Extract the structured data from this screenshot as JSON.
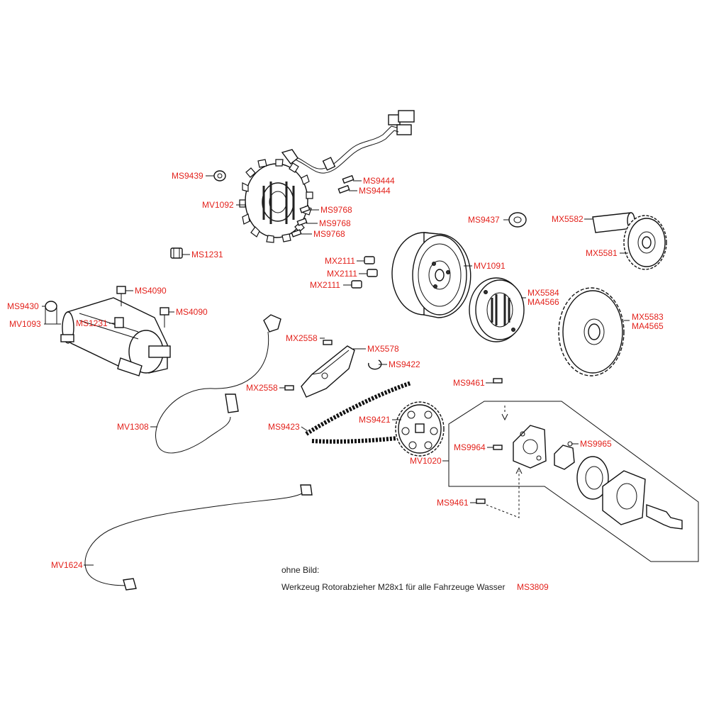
{
  "colors": {
    "label": "#e3231d",
    "line": "#111111",
    "note": "#222222",
    "background": "#ffffff"
  },
  "labels": {
    "MS9439": "MS9439",
    "MS9444_1": "MS9444",
    "MS9444_2": "MS9444",
    "MV1092": "MV1092",
    "MS9768_1": "MS9768",
    "MS9768_2": "MS9768",
    "MS9768_3": "MS9768",
    "MS9437": "MS9437",
    "MX5582": "MX5582",
    "MX5581": "MX5581",
    "MS1231_a": "MS1231",
    "MX2111_1": "MX2111",
    "MX2111_2": "MX2111",
    "MX2111_3": "MX2111",
    "MV1091": "MV1091",
    "MS4090_1": "MS4090",
    "MS4090_2": "MS4090",
    "MS9430": "MS9430",
    "MV1093": "MV1093",
    "MS1231_b": "MS1231",
    "MX5584": "MX5584",
    "MA4566": "MA4566",
    "MX5583": "MX5583",
    "MA4565": "MA4565",
    "MX2558_1": "MX2558",
    "MX5578": "MX5578",
    "MS9422": "MS9422",
    "MX2558_2": "MX2558",
    "MS9461_1": "MS9461",
    "MV1308": "MV1308",
    "MS9423": "MS9423",
    "MS9421": "MS9421",
    "MS9964": "MS9964",
    "MS9965": "MS9965",
    "MV1020": "MV1020",
    "MS9461_2": "MS9461",
    "MV1624": "MV1624",
    "MS3809": "MS3809"
  },
  "notes": {
    "ohne_bild": "ohne Bild:",
    "werkzeug": "Werkzeug Rotorabzieher M28x1 für alle Fahrzeuge Wasser"
  }
}
